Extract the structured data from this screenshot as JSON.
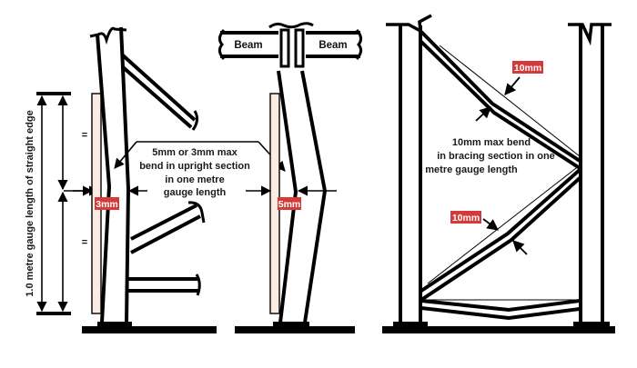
{
  "diagram": {
    "title": "Racking damage tolerance — straight edge gauge measurement",
    "colors": {
      "ink": "#000000",
      "tag_red": "#d33a3a",
      "straight_edge_fill": "#fbece4",
      "background": "#ffffff"
    },
    "gauge": {
      "vertical_label": "1.0 metre gauge length of straight edge",
      "equal_mark_top": "=",
      "equal_mark_bottom": "="
    },
    "upright_callout": {
      "lines": [
        "5mm or 3mm max",
        "bend in upright section",
        "in one metre",
        "gauge length"
      ]
    },
    "left_upright": {
      "tag": "3mm"
    },
    "middle_upright": {
      "tag": "5mm",
      "beam_left": "Beam",
      "beam_right": "Beam"
    },
    "bracing_frame": {
      "upper_tag": "10mm",
      "lower_tag": "10mm",
      "callout": {
        "lines": [
          "10mm max bend",
          "in bracing section in one",
          "metre gauge length"
        ]
      }
    }
  }
}
